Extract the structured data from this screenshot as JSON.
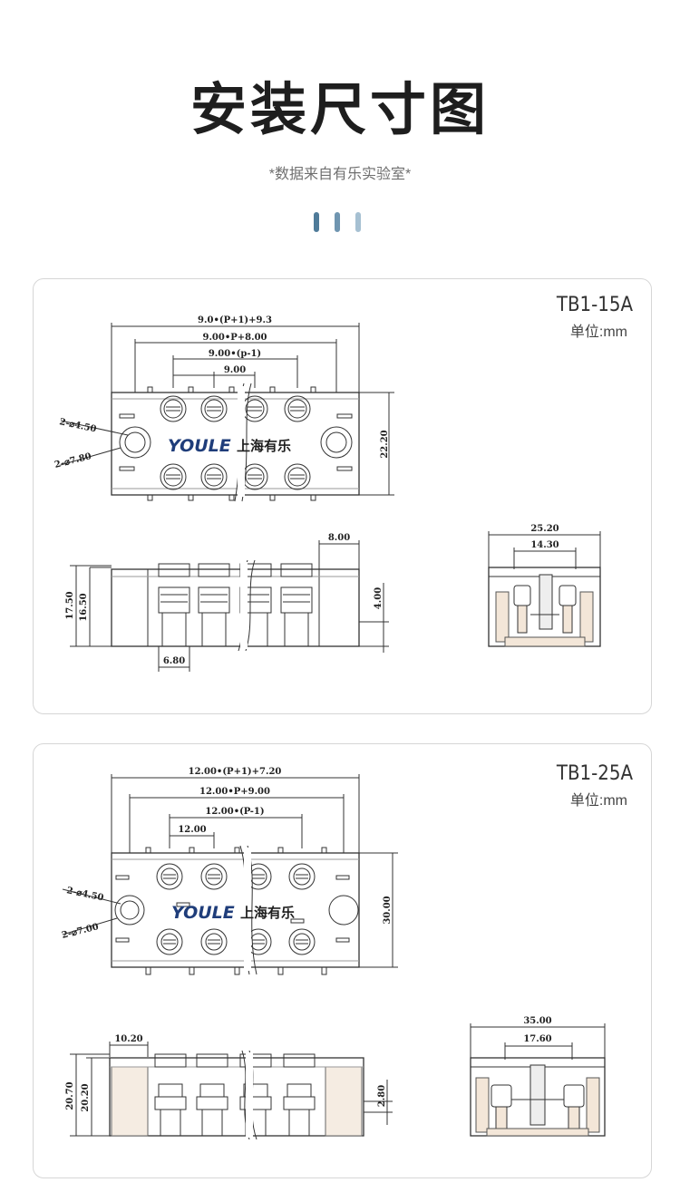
{
  "header": {
    "title": "安装尺寸图",
    "subtitle": "*数据来自有乐实验室*",
    "dot_colors": [
      "#4f7b99",
      "#6f95b0",
      "#a6c0d2"
    ]
  },
  "products": [
    {
      "model": "TB1-15A",
      "unit": "单位:mm",
      "brand_logo": "YOULE",
      "brand_cn": "上海有乐",
      "top_view": {
        "dim_total": "9.0•(P+1)+9.3",
        "dim_mount": "9.00•P+8.00",
        "dim_span": "9.00•(p-1)",
        "dim_pitch": "9.00",
        "dim_hole_small": "2-⌀4.50",
        "dim_hole_large": "2-⌀7.80",
        "dim_height": "22.20"
      },
      "front_view": {
        "dim_end": "8.00",
        "dim_height_total": "17.50",
        "dim_height_body": "16.50",
        "dim_step": "4.00",
        "dim_width": "6.80"
      },
      "side_view": {
        "dim_width": "25.20",
        "dim_inner": "14.30"
      }
    },
    {
      "model": "TB1-25A",
      "unit": "单位:mm",
      "brand_logo": "YOULE",
      "brand_cn": "上海有乐",
      "top_view": {
        "dim_total": "12.00•(P+1)+7.20",
        "dim_mount": "12.00•P+9.00",
        "dim_span": "12.00•(P-1)",
        "dim_pitch": "12.00",
        "dim_hole_small": "2-⌀4.50",
        "dim_hole_large": "2-⌀7.00",
        "dim_height": "30.00"
      },
      "front_view": {
        "dim_width": "10.20",
        "dim_height_total": "20.70",
        "dim_height_body": "20.20",
        "dim_step": "2.80"
      },
      "side_view": {
        "dim_width": "35.00",
        "dim_inner": "17.60"
      }
    }
  ]
}
